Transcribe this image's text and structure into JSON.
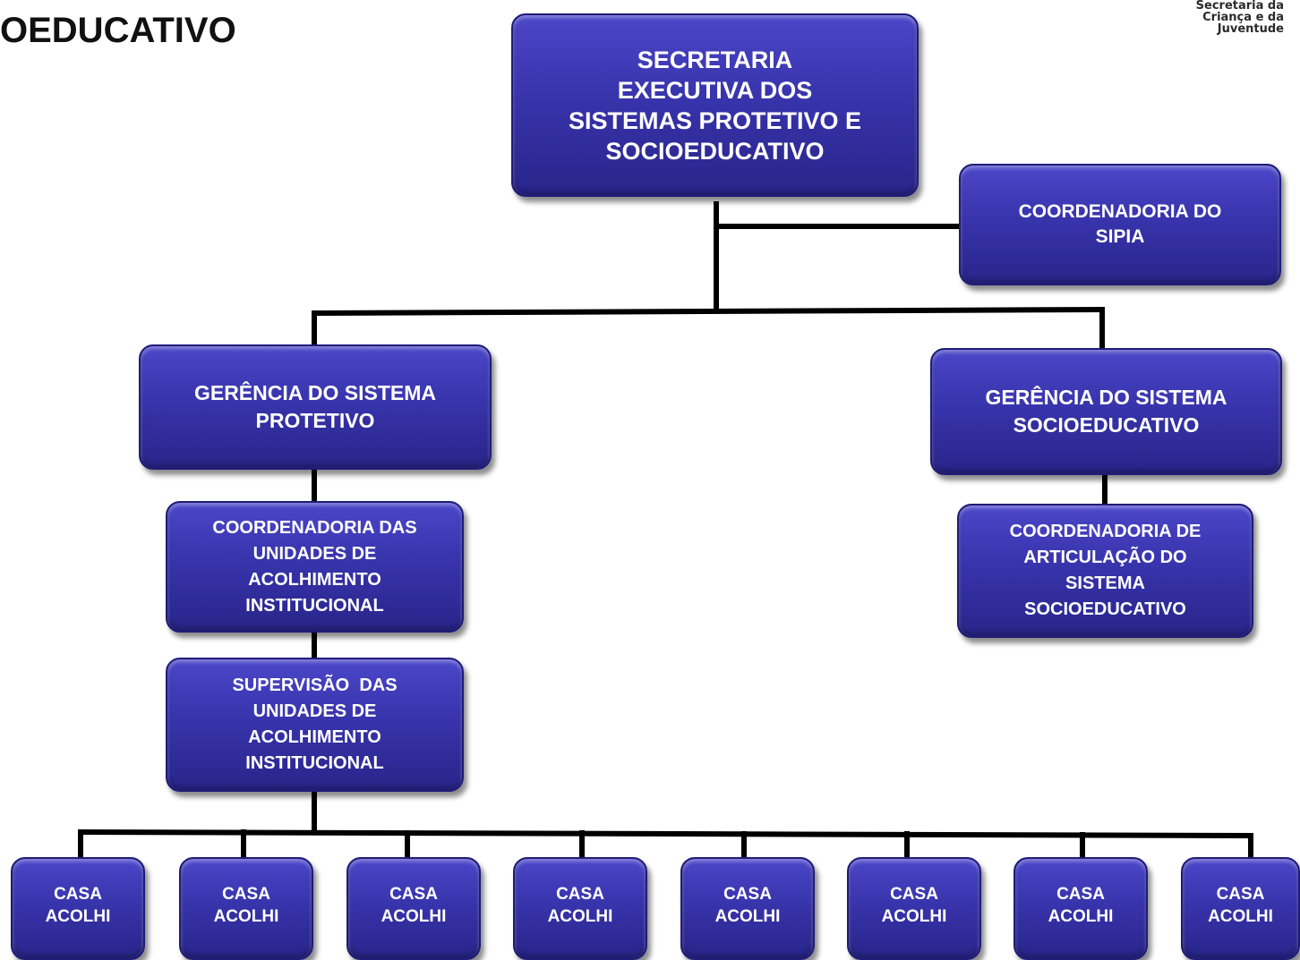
{
  "header": {
    "title": "OEDUCATIVO"
  },
  "logo": {
    "lines": [
      "Secretaria da",
      "Criança e da",
      "Juventude"
    ]
  },
  "nodes": {
    "secretaria": [
      "SECRETARIA",
      "EXECUTIVA DOS",
      "SISTEMAS PROTETIVO E",
      "SOCIOEDUCATIVO"
    ],
    "sipia": [
      "COORDENADORIA DO",
      "SIPIA"
    ],
    "gerencia_protetivo": [
      "GERÊNCIA DO SISTEMA",
      "PROTETIVO"
    ],
    "gerencia_socioeducativo": [
      "GERÊNCIA DO SISTEMA",
      "SOCIOEDUCATIVO"
    ],
    "coord_acolhimento": [
      "COORDENADORIA DAS",
      "UNIDADES DE",
      "ACOLHIMENTO",
      "INSTITUCIONAL"
    ],
    "supervisao_acolhimento": [
      "SUPERVISÃO  DAS",
      "UNIDADES DE",
      "ACOLHIMENTO",
      "INSTITUCIONAL"
    ],
    "coord_articulacao": [
      "COORDENADORIA DE",
      "ARTICULAÇÃO DO",
      "SISTEMA",
      "SOCIOEDUCATIVO"
    ],
    "casas": [
      [
        "CASA",
        "ACOLHI"
      ],
      [
        "CASA",
        "ACOLHI"
      ],
      [
        "CASA",
        "ACOLHI"
      ],
      [
        "CASA",
        "ACOLHI"
      ],
      [
        "CASA",
        "ACOLHI"
      ],
      [
        "CASA",
        "ACOLHI"
      ],
      [
        "CASA",
        "ACOLHI"
      ],
      [
        "CASA",
        "ACOLHI"
      ]
    ]
  },
  "colors": {
    "box_fill": "#3733aa",
    "box_border": "#1f1c78",
    "box_text": "#ffffff",
    "connector": "#000000"
  }
}
